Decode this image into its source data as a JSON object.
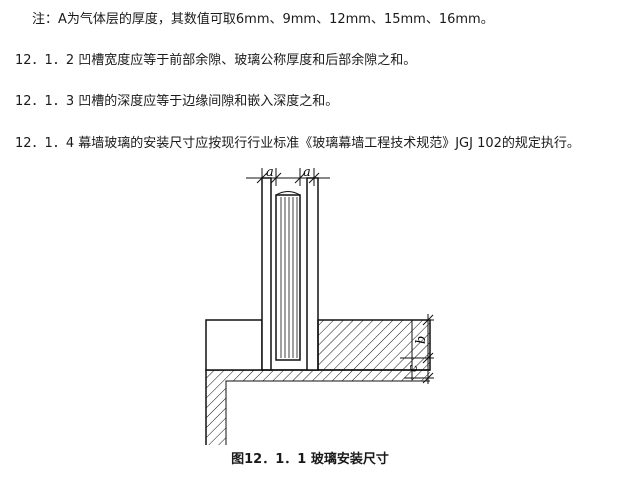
{
  "note": "注：A为气体层的厚度，其数值可取6mm、9mm、12mm、15mm、16mm。",
  "clauses": [
    "12．1．2 凹槽宽度应等于前部余隙、玻璃公称厚度和后部余隙之和。",
    "12．1．3 凹槽的深度应等于边缘间隙和嵌入深度之和。",
    "12．1．4 幕墙玻璃的安装尺寸应按现行行业标准《玻璃幕墙工程技术规范》JGJ 102的规定执行。"
  ],
  "figure": {
    "labels": {
      "a_left": "a",
      "a_right": "a",
      "b": "b",
      "c": "c"
    },
    "caption": "图12．1．1 玻璃安装尺寸"
  }
}
